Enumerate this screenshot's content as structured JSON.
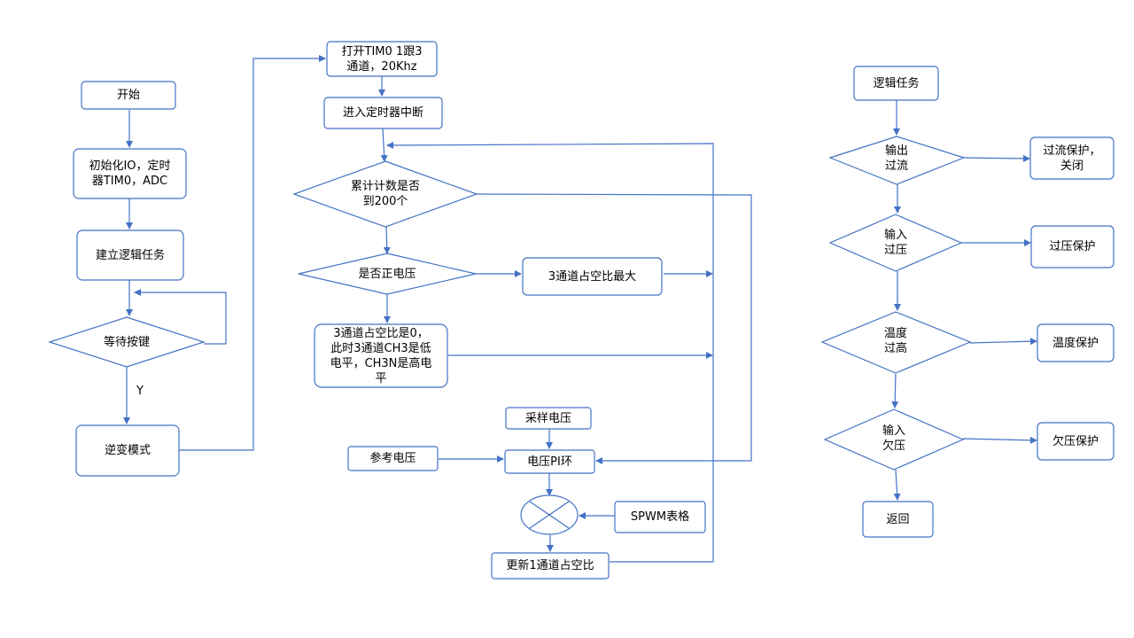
{
  "nodes": {
    "start": "开始",
    "init": "初始化IO，定时\n器TIM0，ADC",
    "create_task": "建立逻辑任务",
    "wait_key": "等待按键",
    "inverter_mode": "逆变模式",
    "open_tim": "打开TIM0 1跟3\n通道，20Khz",
    "enter_isr": "进入定时器中断",
    "count_200": "累计计数是否\n到200个",
    "positive_voltage": "是否正电压",
    "ch3_max": "3通道占空比最大",
    "ch3_zero": "3通道占空比是0，\n此时3通道CH3是低\n电平，CH3N是高电\n平",
    "sample_voltage": "采样电压",
    "ref_voltage": "参考电压",
    "voltage_pi": "电压PI环",
    "spwm_table": "SPWM表格",
    "update_duty": "更新1通道占空比",
    "logic_task": "逻辑任务",
    "out_overcurrent": "输出\n过流",
    "overcurrent_protect": "过流保护，\n关闭",
    "in_overvoltage": "输入\n过压",
    "overvoltage_protect": "过压保护",
    "temp_high": "温度\n过高",
    "temp_protect": "温度保护",
    "in_undervoltage": "输入\n欠压",
    "undervoltage_protect": "欠压保护",
    "return": "返回"
  },
  "edge_labels": {
    "yes": "Y"
  }
}
